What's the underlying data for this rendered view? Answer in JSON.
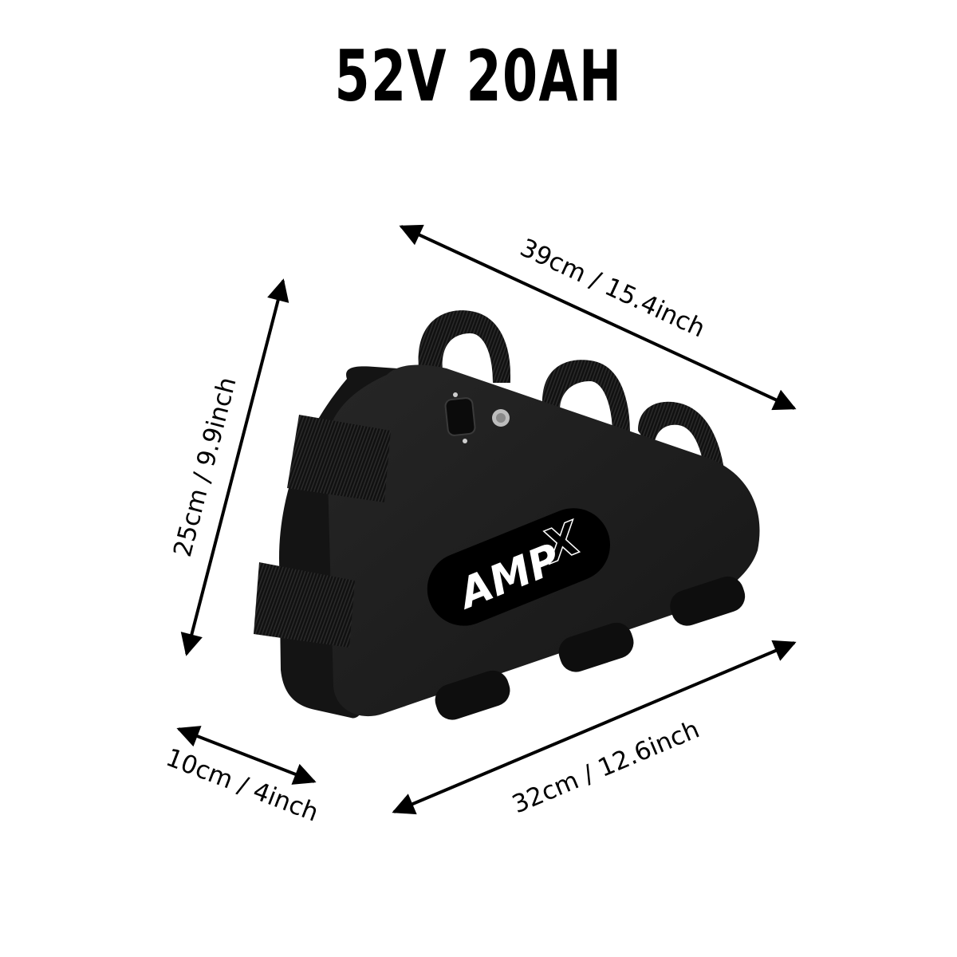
{
  "title": "52V 20AH",
  "product": {
    "brand_logo": "AMPX",
    "brand_logo_main": "AMP",
    "brand_logo_accent": "X",
    "body_color": "#1e1e1e",
    "label_color": "#000000",
    "strap_color": "#0d0d0d"
  },
  "dimensions": {
    "top_length": "39cm / 15.4inch",
    "height": "25cm / 9.9inch",
    "width": "10cm / 4inch",
    "bottom_length": "32cm / 12.6inch"
  },
  "icons": {
    "charge_port": "charge-port-icon",
    "power_button": "power-button-icon"
  }
}
